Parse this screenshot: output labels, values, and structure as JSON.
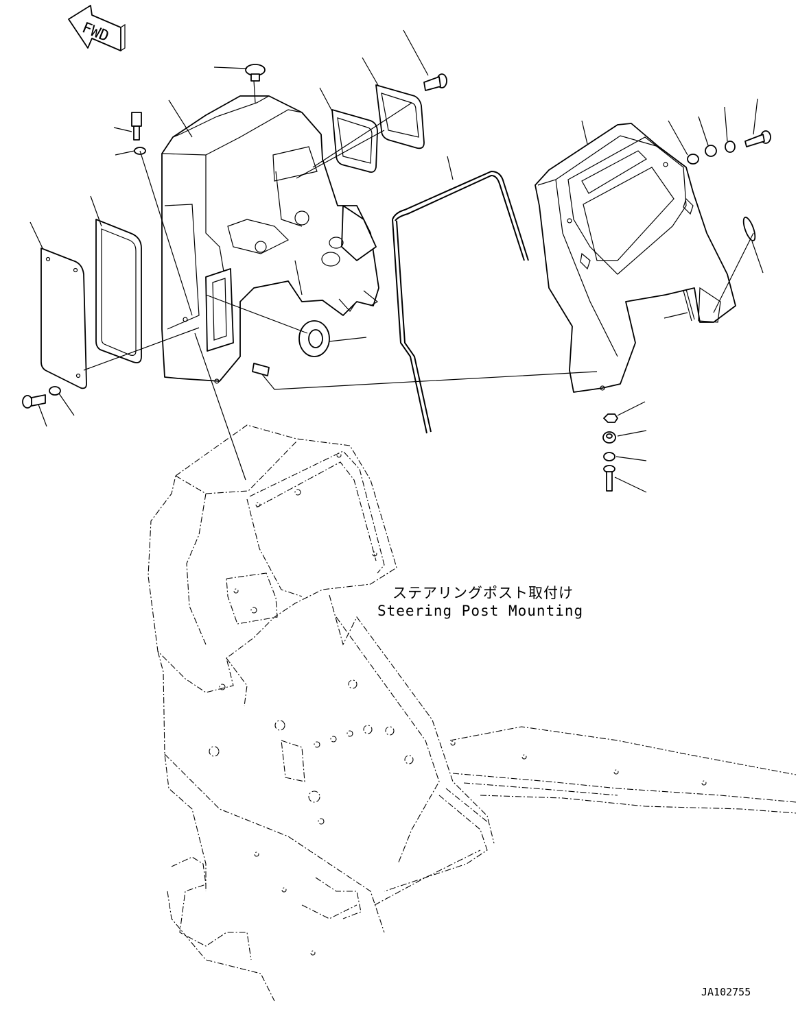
{
  "fwd_label": "FWD",
  "caption": {
    "japanese": "ステアリングポスト取付け",
    "english": "Steering Post Mounting"
  },
  "drawing_number": "JA102755"
}
